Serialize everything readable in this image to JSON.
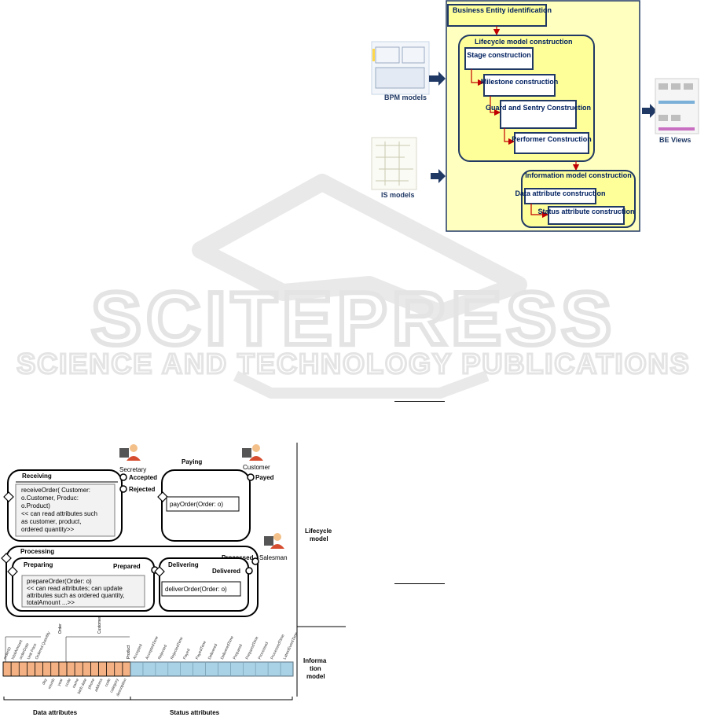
{
  "method": {
    "be_identification": "Business Entity identification",
    "lifecycle_title": "Lifecycle model construction",
    "steps": [
      "Stage construction",
      "Milestone construction",
      "Guard and Sentry Construction",
      "Performer Construction"
    ],
    "info_title": "Information model construction",
    "info_steps": [
      "Data attribute construction",
      "Status attribute construction"
    ],
    "inputs": [
      "BPM models",
      "IS models"
    ],
    "output": "BE Views"
  },
  "watermark": {
    "brand": "SCITEPRESS",
    "tagline": "SCIENCE AND TECHNOLOGY PUBLICATIONS"
  },
  "be_model": {
    "stages": {
      "receiving": {
        "name": "Receiving",
        "performer": "Secretary",
        "milestones": [
          "Accepted",
          "Rejected"
        ],
        "task_lines": [
          "receiveOrder( Customer:",
          "o.Customer, Produc:",
          "o.Product)",
          "<< can read attributes such",
          "as customer, product,",
          "ordered quantity>>"
        ]
      },
      "paying": {
        "name": "Paying",
        "performer": "Customer",
        "milestones": [
          "Payed"
        ],
        "task": "payOrder(Order: o)"
      },
      "processing": {
        "name": "Processing",
        "performer": "Salesman",
        "milestone": "Processed",
        "preparing": {
          "name": "Preparing",
          "milestone": "Prepared",
          "task_lines": [
            "prepareOrder(Order: o)",
            "<< can read attributes; can update",
            "attributes such as ordered quantity,",
            "totalAmount ...>>"
          ]
        },
        "delivering": {
          "name": "Delivering",
          "milestone": "Delivered",
          "task": "deliverOrder(Order: o)"
        }
      }
    },
    "layer_labels": {
      "lifecycle": [
        "Lifecycle",
        "model"
      ],
      "information": [
        "Informa",
        "tion",
        "model"
      ]
    },
    "data_group_labels": [
      "Order",
      "Customer",
      "Product"
    ],
    "data_attributes_top": [
      "orderID",
      "totalAmount",
      "orderDate",
      "Unit Price",
      "Ordered Quantity"
    ],
    "data_attributes_bottom": [
      "day",
      "month",
      "year",
      "code",
      "name",
      "birth date",
      "phone",
      "address",
      "code",
      "category",
      "description"
    ],
    "status_attributes": [
      "Accepted",
      "AcceptedTime",
      "Rejected",
      "RejectedTime",
      "Payed",
      "PayedTime",
      "Delivered",
      "DeliveredTime",
      "Prepared",
      "PreparedTime",
      "Processed",
      "ProcessedTime",
      "LatestEventTime"
    ],
    "footer": {
      "data": "Data attributes",
      "status": "Status attributes"
    }
  }
}
